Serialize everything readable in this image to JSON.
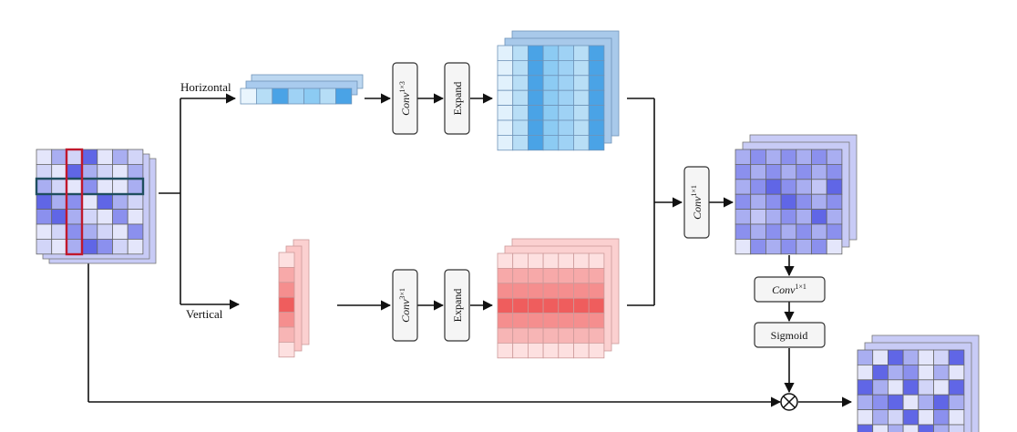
{
  "colors": {
    "purple_light": "#e4e6fb",
    "purple_mid": "#a9aef1",
    "purple_dark": "#6066e6",
    "blue_light": "#d6edfb",
    "blue_mid": "#8ccbf3",
    "blue_dark": "#4aa3e6",
    "red_light": "#fcdede",
    "red_mid": "#f7a9a9",
    "red_dark": "#ef5d5d",
    "row_highlight": "#1f4e5f",
    "col_highlight": "#c0182c"
  },
  "labels": {
    "horizontal": "Horizontal",
    "vertical": "Vertical"
  },
  "blocks": {
    "conv_h": {
      "base": "Conv",
      "sup": "1×3"
    },
    "expand_h": "Expand",
    "conv_v": {
      "base": "Conv",
      "sup": "3×1"
    },
    "expand_v": "Expand",
    "conv_merge": {
      "base": "Conv",
      "sup": "1×1"
    },
    "conv_out": {
      "base": "Conv",
      "sup": "1×1"
    },
    "sigmoid": "Sigmoid"
  },
  "multiply_symbol": "⊗"
}
